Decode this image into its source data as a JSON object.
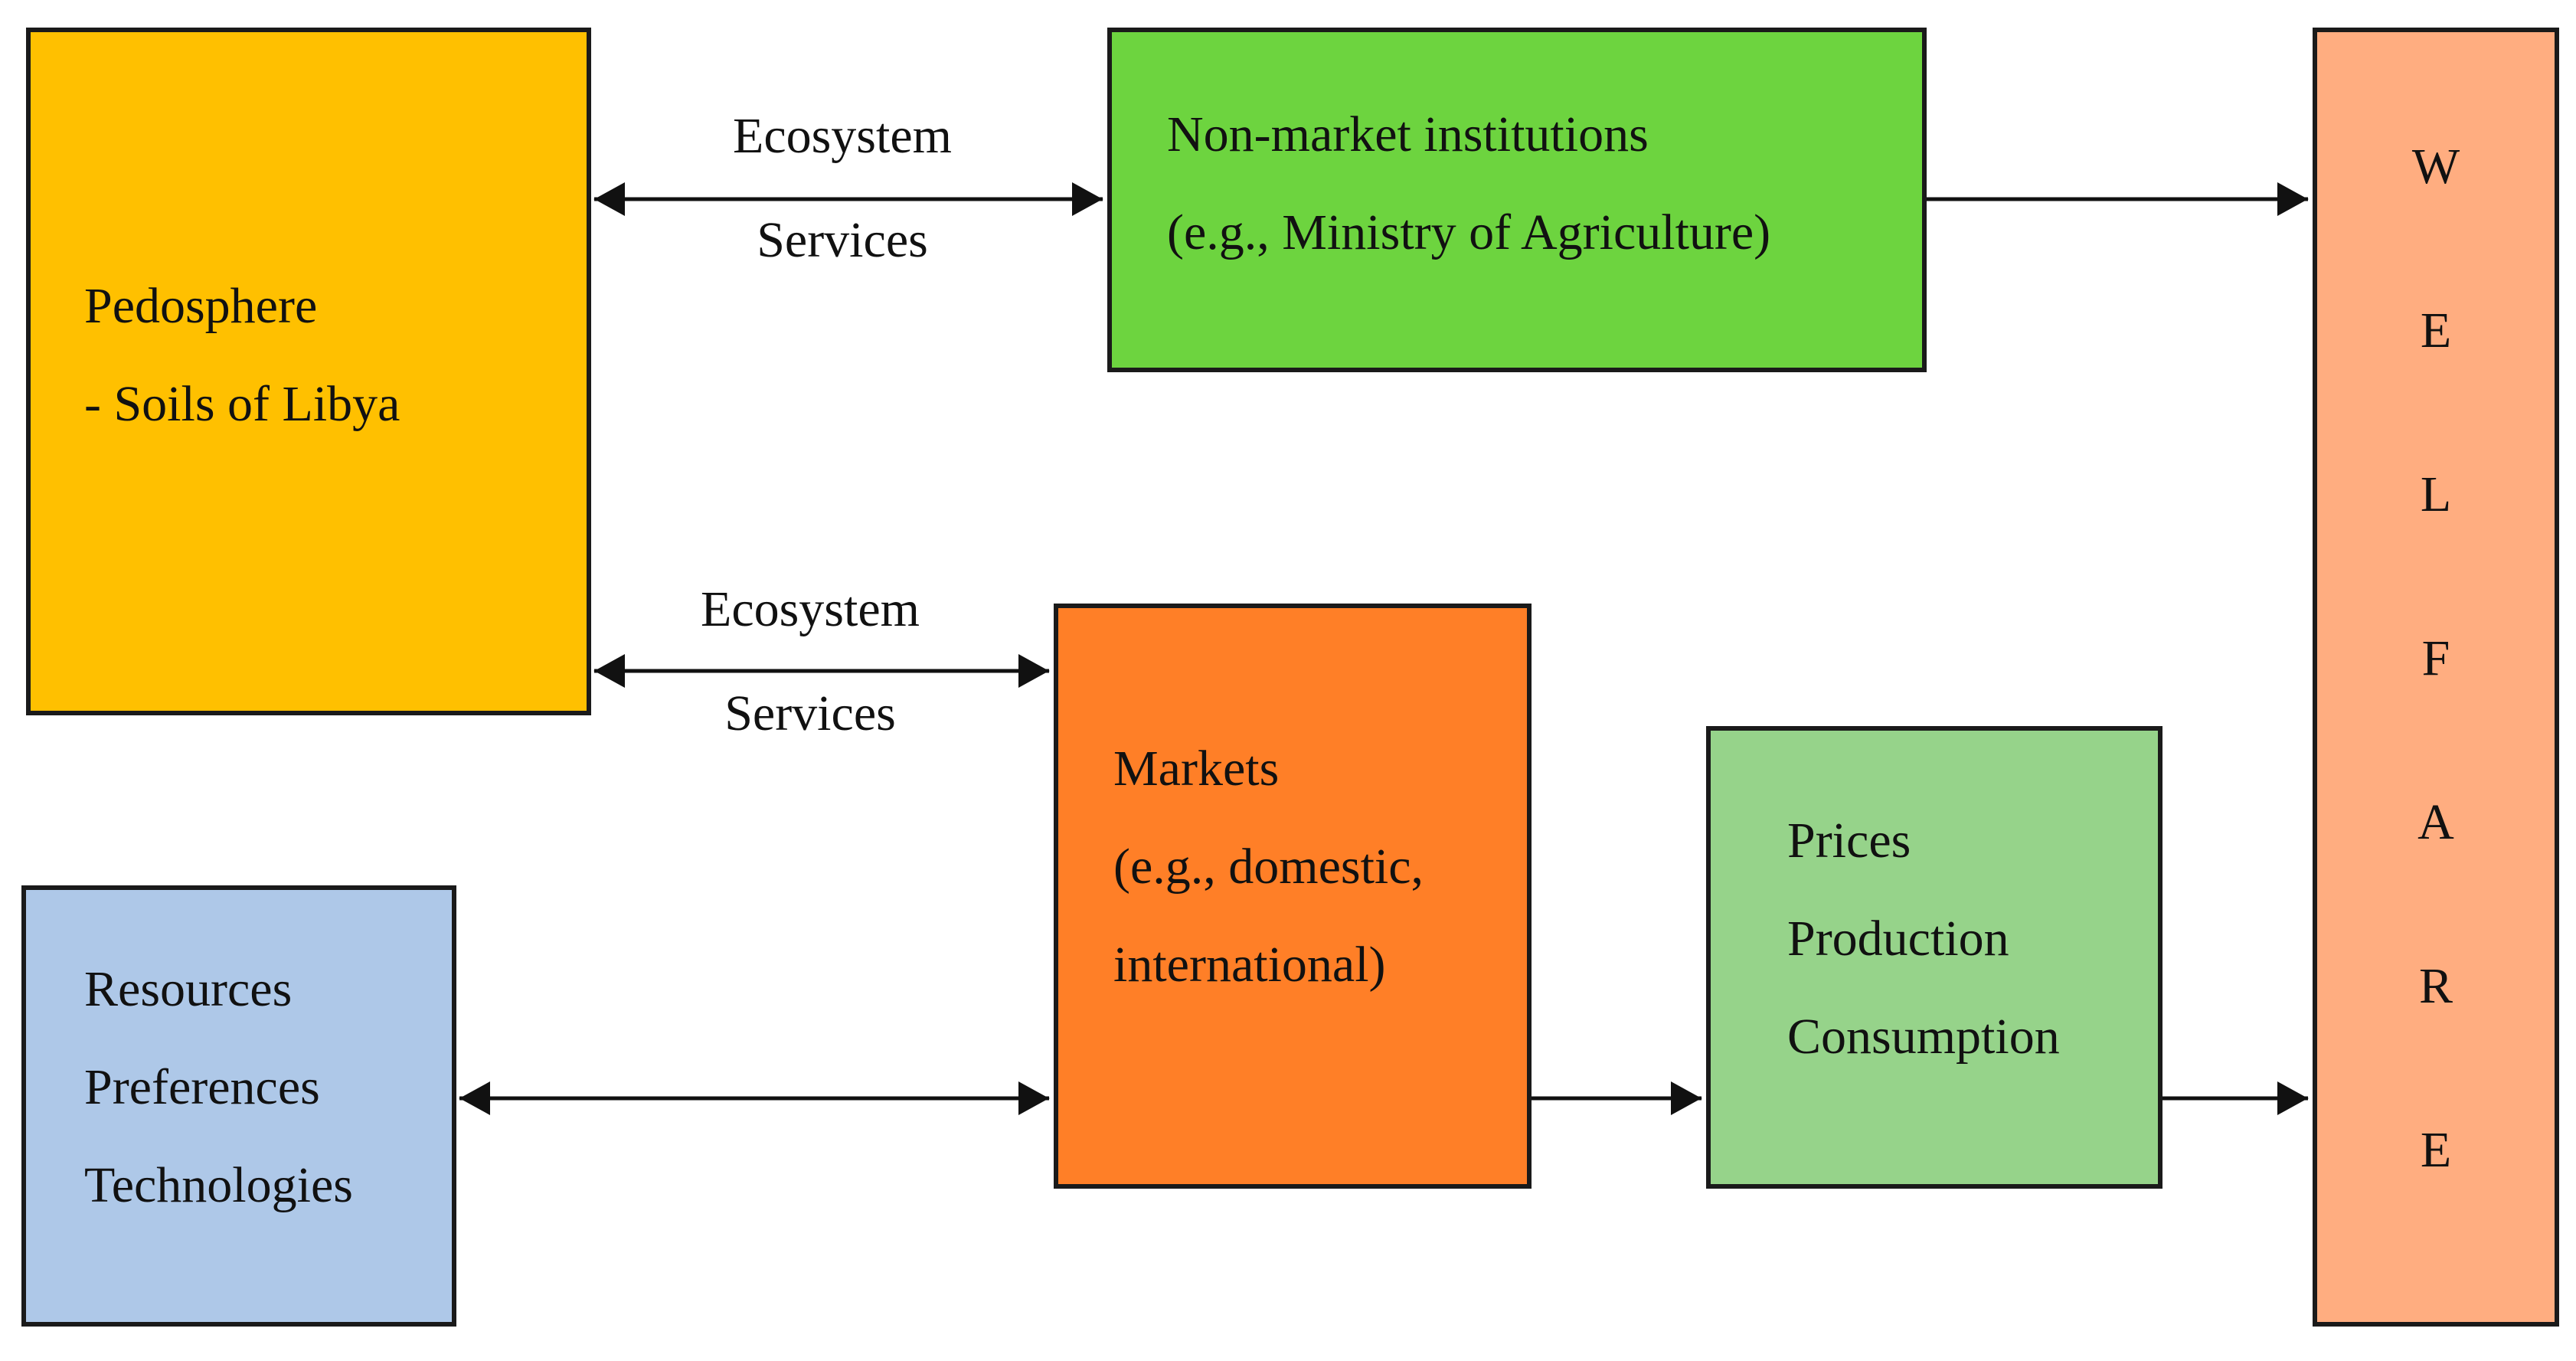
{
  "pedosphere": {
    "lines": [
      "Pedosphere",
      "- Soils of Libya"
    ]
  },
  "nonmarket": {
    "lines": [
      "Non-market institutions",
      "(e.g., Ministry of Agriculture)"
    ]
  },
  "markets": {
    "lines": [
      "Markets",
      "(e.g., domestic,",
      "international)"
    ]
  },
  "prices": {
    "lines": [
      "Prices",
      "Production",
      "Consumption"
    ]
  },
  "resources": {
    "lines": [
      "Resources",
      "Preferences",
      "Technologies"
    ]
  },
  "welfare": {
    "letters": [
      "W",
      "E",
      "L",
      "F",
      "A",
      "R",
      "E"
    ]
  },
  "flows": {
    "top": {
      "line1": "Ecosystem",
      "line2": "Services"
    },
    "middle": {
      "line1": "Ecosystem",
      "line2": "Services"
    }
  },
  "colors": {
    "pedosphere": "#FFC000",
    "nonmarket": "#6DD43F",
    "markets": "#FF7F27",
    "prices": "#96D38A",
    "resources": "#AEC8E8",
    "welfare": "#FFAD80"
  }
}
